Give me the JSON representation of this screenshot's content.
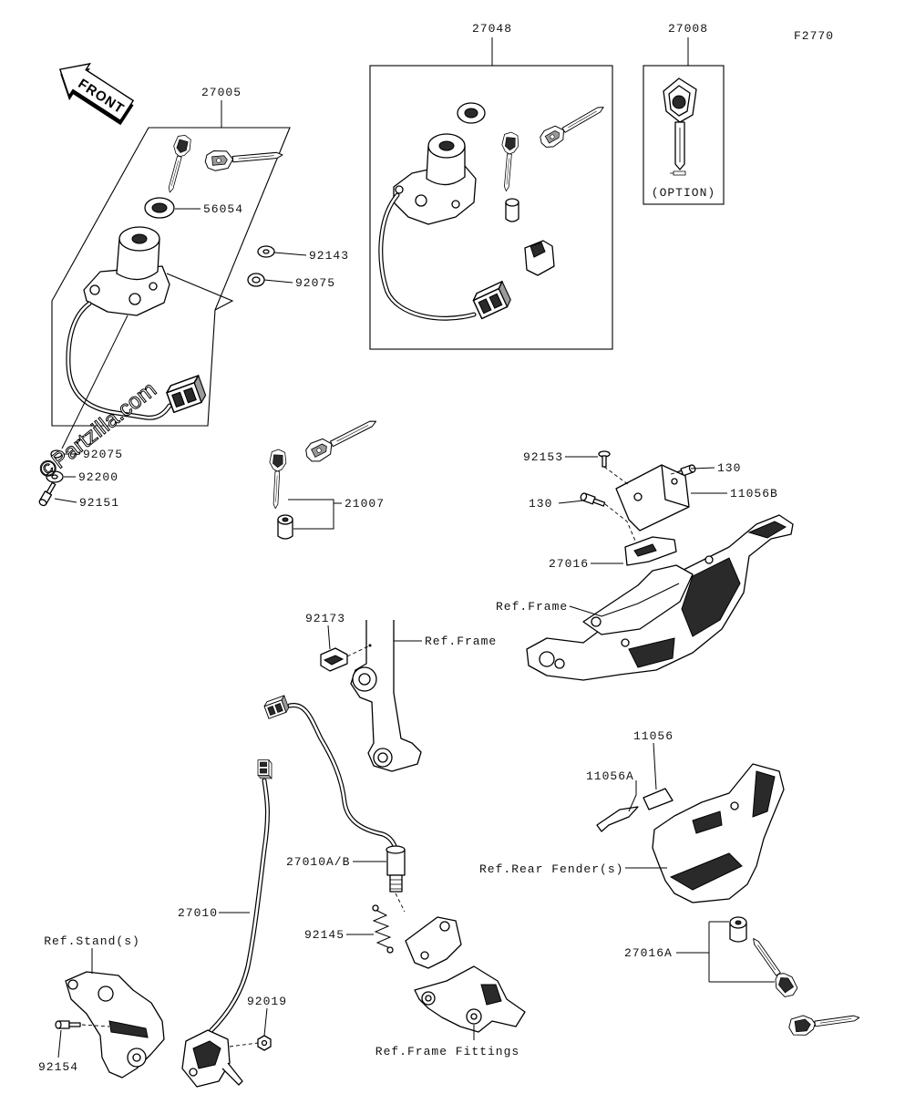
{
  "figure_code": "F2770",
  "front_label": "FRONT",
  "watermark": "©Partzilla.com",
  "callouts": [
    "27048",
    "27008",
    "27005",
    "56054",
    "92143",
    "92075",
    "(OPTION)",
    "92075",
    "92200",
    "92151",
    "21007",
    "92153",
    "130",
    "11056B",
    "130",
    "27016",
    "Ref.Frame",
    "92173",
    "Ref.Frame",
    "11056",
    "11056A",
    "27010A/B",
    "Ref.Rear Fender(s)",
    "27010",
    "92145",
    "27016A",
    "Ref.Stand(s)",
    "92019",
    "92154",
    "Ref.Frame Fittings"
  ]
}
